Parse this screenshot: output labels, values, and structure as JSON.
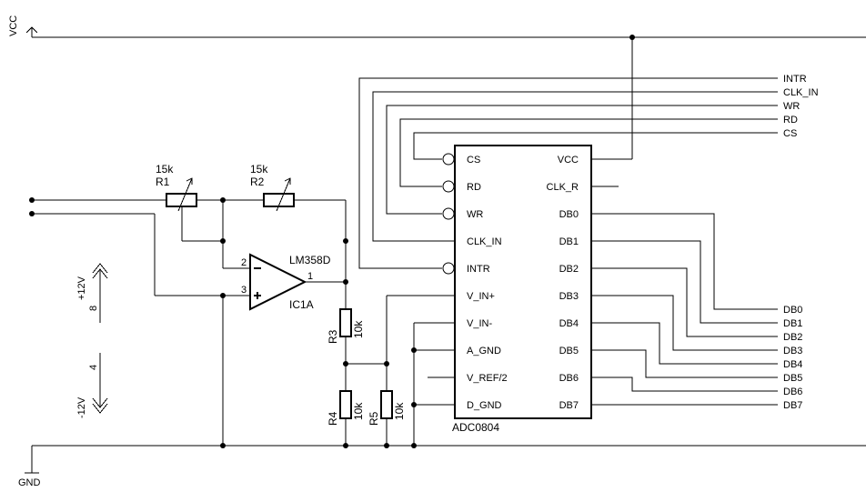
{
  "power": {
    "vcc": "VCC",
    "gnd": "GND"
  },
  "resistors": {
    "r1": {
      "name": "R1",
      "value": "15k"
    },
    "r2": {
      "name": "R2",
      "value": "15k"
    },
    "r3": {
      "name": "R3",
      "value": "10k"
    },
    "r4": {
      "name": "R4",
      "value": "10k"
    },
    "r5": {
      "name": "R5",
      "value": "10k"
    }
  },
  "opamp": {
    "part": "LM358D",
    "ref": "IC1A",
    "pin_inv": "2",
    "pin_noninv": "3",
    "pin_out": "1"
  },
  "supply": {
    "pos": "+12V",
    "pos_pin": "8",
    "neg": "-12V",
    "neg_pin": "4"
  },
  "adc": {
    "name": "ADC0804",
    "left_pins": [
      "CS",
      "RD",
      "WR",
      "CLK_IN",
      "INTR",
      "V_IN+",
      "V_IN-",
      "A_GND",
      "V_REF/2",
      "D_GND"
    ],
    "right_pins": [
      "VCC",
      "CLK_R",
      "DB0",
      "DB1",
      "DB2",
      "DB3",
      "DB4",
      "DB5",
      "DB6",
      "DB7"
    ]
  },
  "net_labels": {
    "control": [
      "INTR",
      "CLK_IN",
      "WR",
      "RD",
      "CS"
    ],
    "data": [
      "DB0",
      "DB1",
      "DB2",
      "DB3",
      "DB4",
      "DB5",
      "DB6",
      "DB7"
    ]
  }
}
